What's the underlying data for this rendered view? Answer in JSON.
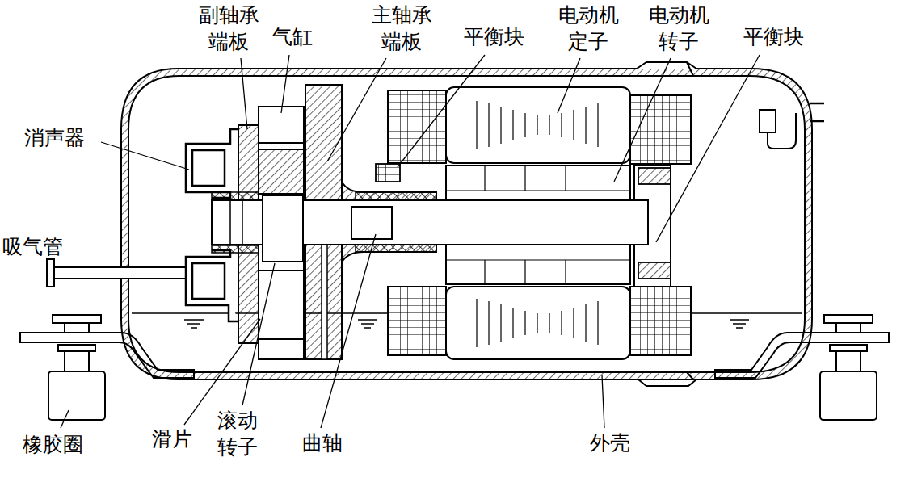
{
  "diagram": {
    "labels": [
      "副轴承 端板",
      "气缸",
      "主轴承 端板",
      "平衡块",
      "电动机 定子",
      "电动机 转子",
      "平衡块",
      "消声器",
      "吸气管",
      "橡胶圈",
      "滑片",
      "滚动 转子",
      "曲轴",
      "外壳"
    ]
  }
}
